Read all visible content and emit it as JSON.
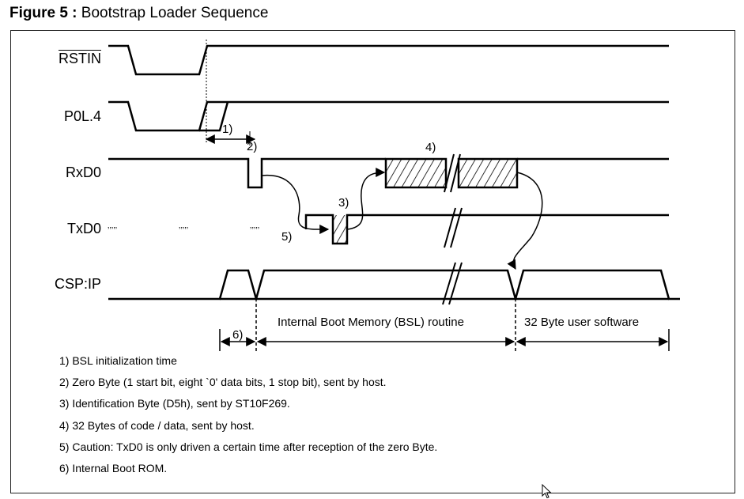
{
  "figure": {
    "number": "Figure 5 :",
    "title": "Bootstrap Loader Sequence"
  },
  "signals": [
    {
      "name": "RSTIN"
    },
    {
      "name": "P0L.4"
    },
    {
      "name": "RxD0"
    },
    {
      "name": "TxD0"
    },
    {
      "name": "CSP:IP"
    }
  ],
  "markers": {
    "m1": "1)",
    "m2": "2)",
    "m3": "3)",
    "m4": "4)",
    "m5": "5)",
    "m6": "6)"
  },
  "phases": {
    "bsl_routine": "Internal Boot Memory (BSL) routine",
    "user_software": "32 Byte user software"
  },
  "notes": [
    "1) BSL initialization time",
    "2) Zero Byte (1 start bit, eight `0' data bits, 1 stop bit), sent by host.",
    "3) Identification Byte (D5h), sent by ST10F269.",
    "4) 32 Bytes of code / data, sent by host.",
    "5) Caution: TxD0 is only driven a certain time after reception of the zero Byte.",
    "6) Internal Boot ROM."
  ],
  "icons": {
    "cursor": "mouse-pointer-icon"
  }
}
